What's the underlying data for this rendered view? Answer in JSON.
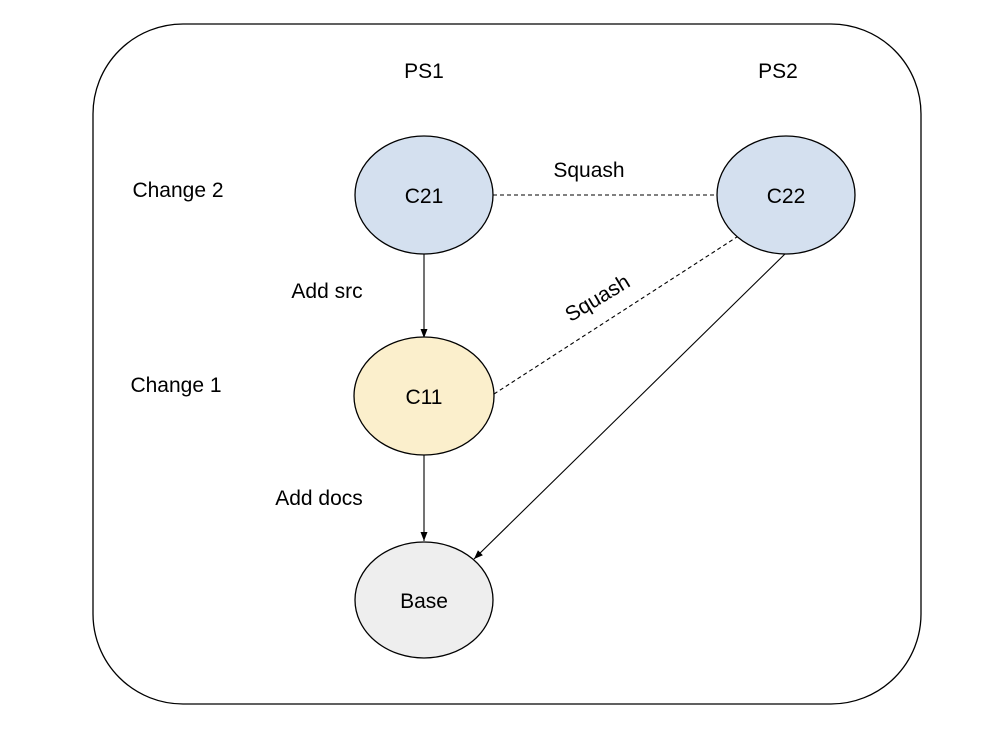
{
  "columns": {
    "ps1": "PS1",
    "ps2": "PS2"
  },
  "rows": {
    "change2": "Change 2",
    "change1": "Change 1"
  },
  "nodes": {
    "c21": {
      "label": "C21",
      "fill": "#d4e0ef"
    },
    "c22": {
      "label": "C22",
      "fill": "#d4e0ef"
    },
    "c11": {
      "label": "C11",
      "fill": "#fbefcc"
    },
    "base": {
      "label": "Base",
      "fill": "#eeeeee"
    }
  },
  "edges": {
    "add_src": "Add src",
    "add_docs": "Add docs",
    "squash_top": "Squash",
    "squash_diag": "Squash"
  }
}
